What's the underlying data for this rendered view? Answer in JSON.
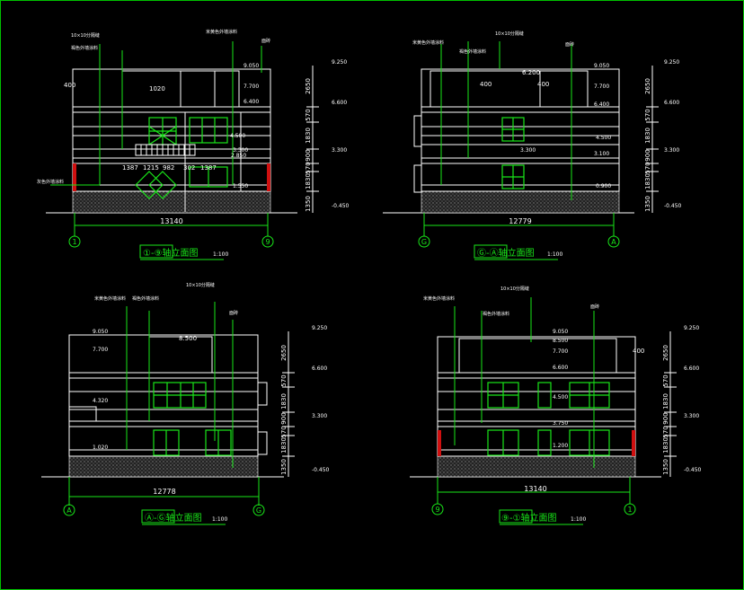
{
  "drawings": [
    {
      "id": "elev-1-9",
      "title": "①-⑨轴立面图",
      "scale": "1:100",
      "total_width": "13140",
      "axis_left": "1",
      "axis_right": "9",
      "dims": [
        "2650",
        "570",
        "1830",
        "900",
        "570",
        "1830",
        "1350"
      ],
      "elevs": [
        "9.250",
        "6.600",
        "3.300",
        "-0.450"
      ],
      "levels": [
        "9.050",
        "7.700",
        "6.400",
        "4.500",
        "3.300",
        "2.850",
        "1.550"
      ],
      "notes": [
        "10×10分隔缝",
        "褐色外墙涂料",
        "米黄色外墙涂料",
        "面砖",
        "灰色外墙涂料"
      ],
      "misc": [
        "400",
        "1020",
        "1387",
        "1215",
        "982",
        "302",
        "1387"
      ]
    },
    {
      "id": "elev-g-a",
      "title": "Ⓖ-Ⓐ轴立面图",
      "scale": "1:100",
      "total_width": "12779",
      "axis_left": "G",
      "axis_right": "A",
      "dims": [
        "2650",
        "570",
        "1830",
        "900",
        "570",
        "1830",
        "1350"
      ],
      "elevs": [
        "9.250",
        "6.600",
        "3.300",
        "-0.450"
      ],
      "levels": [
        "9.050",
        "7.700",
        "6.400",
        "4.500",
        "3.300",
        "3.100",
        "0.900"
      ],
      "notes": [
        "米黄色外墙涂料",
        "10×10分隔缝",
        "褐色外墙涂料",
        "面砖"
      ],
      "misc": [
        "400",
        "400",
        "6.200"
      ]
    },
    {
      "id": "elev-a-g",
      "title": "Ⓐ-Ⓖ轴立面图",
      "scale": "1:100",
      "total_width": "12778",
      "axis_left": "A",
      "axis_right": "G",
      "dims": [
        "2650",
        "570",
        "1830",
        "900",
        "570",
        "1830",
        "1350"
      ],
      "elevs": [
        "9.250",
        "6.600",
        "3.300",
        "-0.450"
      ],
      "levels": [
        "9.050",
        "7.700",
        "4.320",
        "1.020"
      ],
      "notes": [
        "米黄色外墙涂料",
        "褐色外墙涂料",
        "10×10分隔缝",
        "面砖"
      ],
      "misc": [
        "8.500"
      ]
    },
    {
      "id": "elev-9-1",
      "title": "⑨-①轴立面图",
      "scale": "1:100",
      "total_width": "13140",
      "axis_left": "9",
      "axis_right": "1",
      "dims": [
        "2650",
        "570",
        "1830",
        "900",
        "570",
        "1830",
        "1350"
      ],
      "elevs": [
        "9.250",
        "6.600",
        "3.300",
        "-0.450"
      ],
      "levels": [
        "9.050",
        "8.500",
        "7.700",
        "6.600",
        "4.500",
        "3.750",
        "1.200"
      ],
      "notes": [
        "米黄色外墙涂料",
        "10×10分隔缝",
        "褐色外墙涂料",
        "面砖"
      ],
      "misc": [
        "400"
      ]
    }
  ]
}
